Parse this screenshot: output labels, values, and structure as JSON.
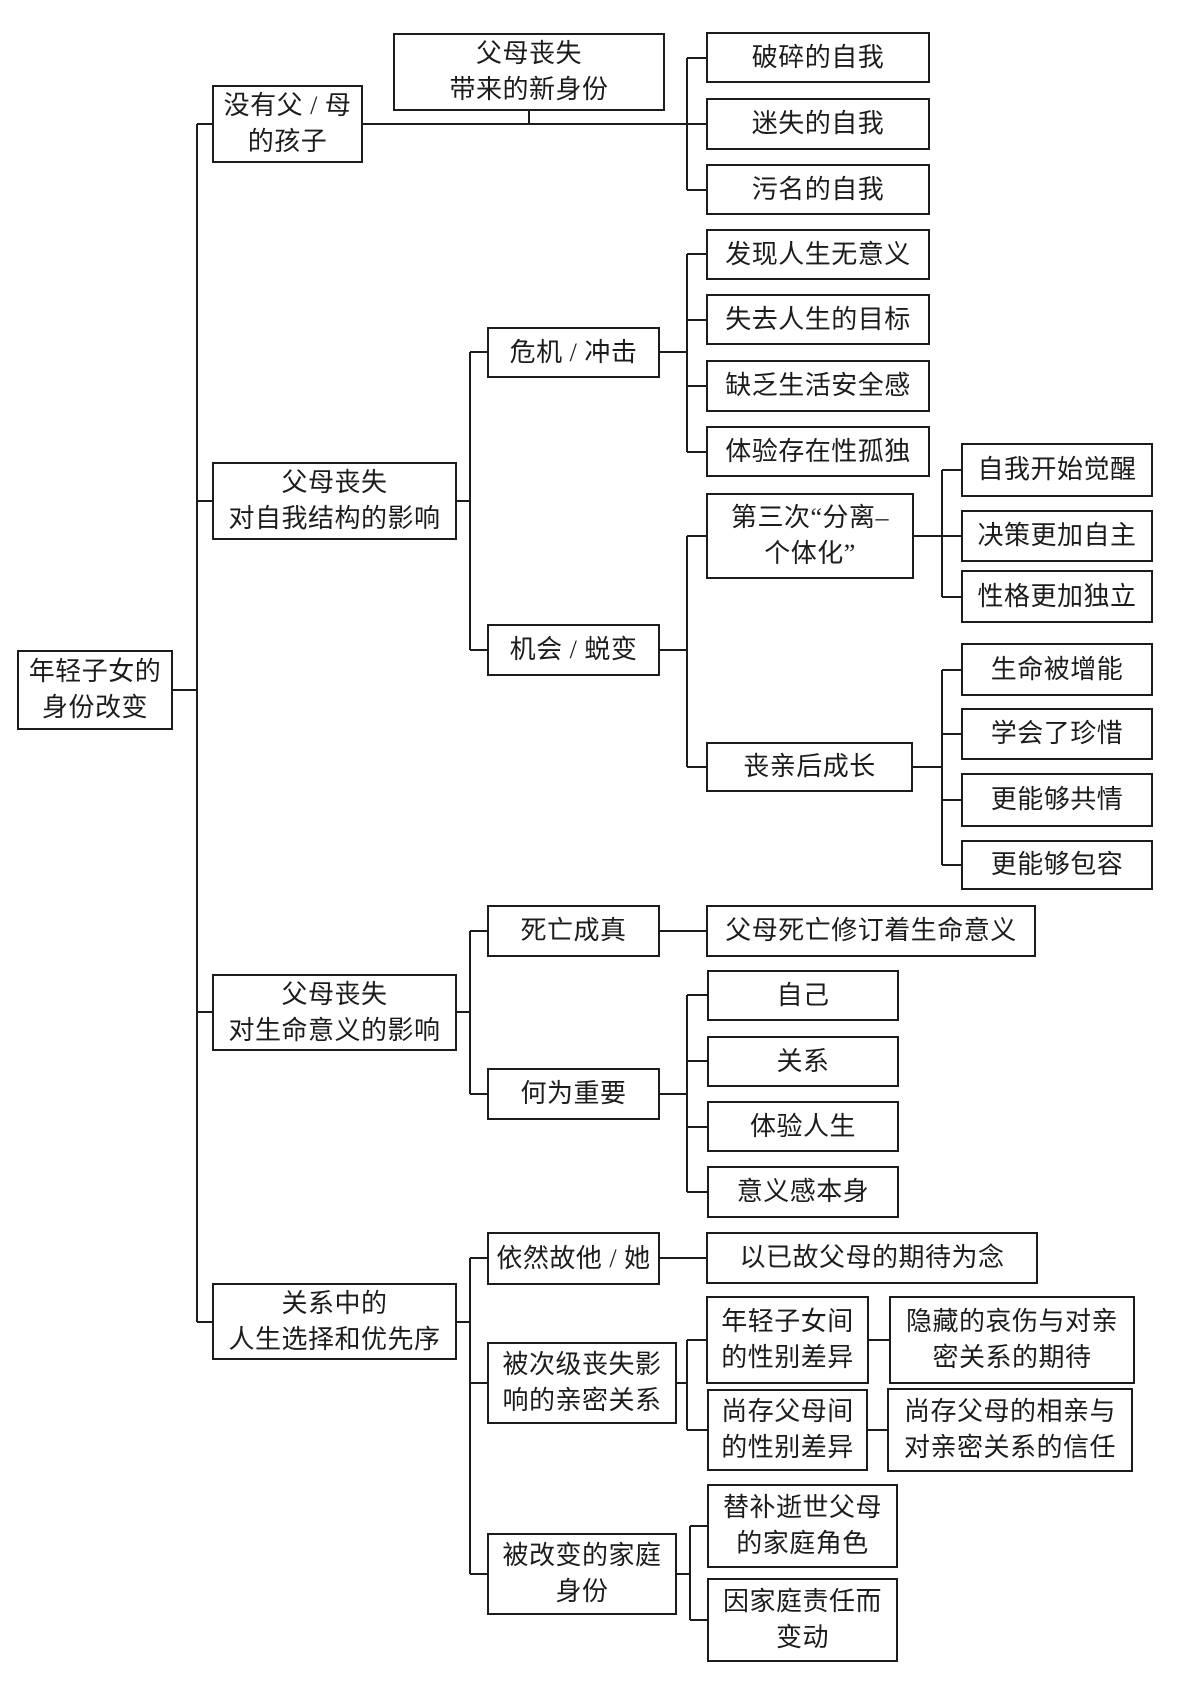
{
  "diagram": {
    "title": "年轻子女的身份改变",
    "colors": {
      "line": "#1c1c1c",
      "text": "#1c1c1c",
      "background": "#ffffff"
    },
    "nodes": {
      "root": {
        "label": "年轻子女的\n身份改变"
      },
      "child_without_parent": {
        "label": "没有父 / 母\n的孩子"
      },
      "new_identity": {
        "label": "父母丧失\n带来的新身份"
      },
      "broken_self": {
        "label": "破碎的自我"
      },
      "lost_self": {
        "label": "迷失的自我"
      },
      "stigmatized_self": {
        "label": "污名的自我"
      },
      "self_structure_impact": {
        "label": "父母丧失\n对自我结构的影响"
      },
      "crisis_shock": {
        "label": "危机 / 冲击"
      },
      "life_meaningless": {
        "label": "发现人生无意义"
      },
      "lost_life_goal": {
        "label": "失去人生的目标"
      },
      "lack_security": {
        "label": "缺乏生活安全感"
      },
      "existential_loneliness": {
        "label": "体验存在性孤独"
      },
      "opportunity_transformation": {
        "label": "机会 / 蜕变"
      },
      "third_separation": {
        "label": "第三次“分离–\n个体化”"
      },
      "self_awakening": {
        "label": "自我开始觉醒"
      },
      "autonomous_decision": {
        "label": "决策更加自主"
      },
      "independent_personality": {
        "label": "性格更加独立"
      },
      "post_bereavement_growth": {
        "label": "丧亲后成长"
      },
      "life_empowered": {
        "label": "生命被增能"
      },
      "learned_to_cherish": {
        "label": "学会了珍惜"
      },
      "more_empathy": {
        "label": "更能够共情"
      },
      "more_tolerance": {
        "label": "更能够包容"
      },
      "life_meaning_impact": {
        "label": "父母丧失\n对生命意义的影响"
      },
      "death_becomes_real": {
        "label": "死亡成真"
      },
      "death_revises_meaning": {
        "label": "父母死亡修订着生命意义"
      },
      "what_matters": {
        "label": "何为重要"
      },
      "self": {
        "label": "自己"
      },
      "relationships": {
        "label": "关系"
      },
      "experience_life": {
        "label": "体验人生"
      },
      "meaning_itself": {
        "label": "意义感本身"
      },
      "life_choices": {
        "label": "关系中的\n人生选择和优先序"
      },
      "still_their_child": {
        "label": "依然故他 / 她"
      },
      "deceased_parents_expectations": {
        "label": "以已故父母的期待为念"
      },
      "secondary_loss_intimacy": {
        "label": "被次级丧失影\n响的亲密关系"
      },
      "young_children_gender_diff": {
        "label": "年轻子女间\n的性别差异"
      },
      "hidden_grief_expectation": {
        "label": "隐藏的哀伤与对亲\n密关系的期待"
      },
      "surviving_parent_gender_diff": {
        "label": "尚存父母间\n的性别差异"
      },
      "surviving_parent_trust": {
        "label": "尚存父母的相亲与\n对亲密关系的信任"
      },
      "changed_family_identity": {
        "label": "被改变的家庭\n身份"
      },
      "replace_parent_role": {
        "label": "替补逝世父母\n的家庭角色"
      },
      "family_duty_change": {
        "label": "因家庭责任而\n变动"
      }
    }
  }
}
